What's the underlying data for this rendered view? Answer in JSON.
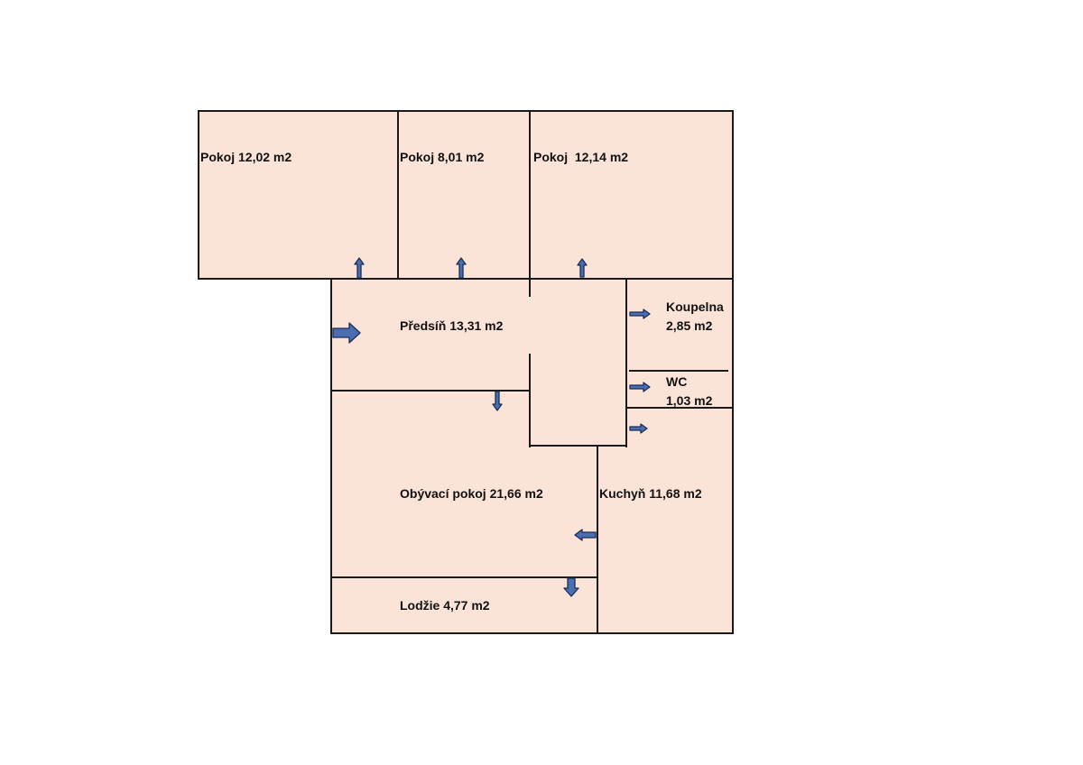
{
  "colors": {
    "floor": "#fbe3d8",
    "wall": "#1a1a1a",
    "arrow_fill": "#4a6fb0",
    "arrow_stroke": "#1d2d55"
  },
  "rooms": {
    "pokoj_1": {
      "label": "Pokoj 12,02 m2"
    },
    "pokoj_2": {
      "label": "Pokoj 8,01 m2"
    },
    "pokoj_3": {
      "label": "Pokoj  12,14 m2"
    },
    "predsin": {
      "label": "Předsíň 13,31 m2"
    },
    "koupelna": {
      "name": "Koupelna",
      "area": "2,85 m2"
    },
    "wc": {
      "name": "WC",
      "area": "1,03 m2"
    },
    "obyvaci_pokoj": {
      "label": "Obývací pokoj 21,66 m2"
    },
    "kuchyn": {
      "label": "Kuchyň 11,68 m2"
    },
    "lodzie": {
      "label": "Lodžie 4,77 m2"
    }
  },
  "door_arrows": [
    {
      "room": "pokoj_1",
      "direction": "up",
      "kind": "door"
    },
    {
      "room": "pokoj_2",
      "direction": "up",
      "kind": "door"
    },
    {
      "room": "pokoj_3",
      "direction": "up",
      "kind": "door"
    },
    {
      "room": "predsin",
      "direction": "right",
      "kind": "entrance"
    },
    {
      "room": "koupelna",
      "direction": "right",
      "kind": "door"
    },
    {
      "room": "wc",
      "direction": "right",
      "kind": "door"
    },
    {
      "room": "kuchyn",
      "direction": "right",
      "kind": "door"
    },
    {
      "room": "obyvaci_pokoj",
      "direction": "down",
      "kind": "door"
    },
    {
      "room": "obyvaci_pokoj",
      "direction": "left",
      "kind": "door"
    },
    {
      "room": "lodzie",
      "direction": "down",
      "kind": "door"
    }
  ]
}
